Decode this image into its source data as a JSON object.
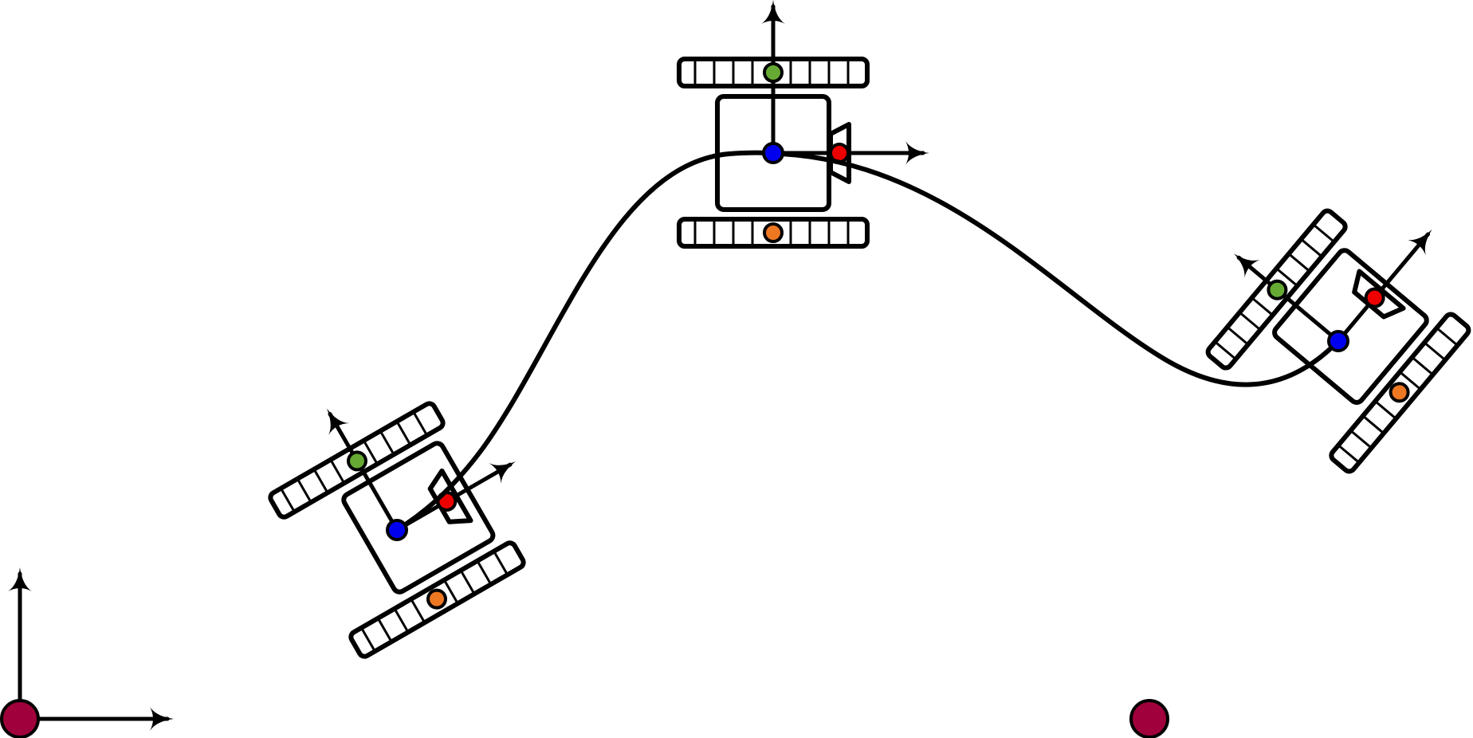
{
  "diagram": {
    "description_kind": "differential-drive-robot-trajectory",
    "colors": {
      "background": "#ffffff",
      "line": "#000000",
      "center_point": "#0000ee",
      "front_point": "#ee0000",
      "left_wheel_point": "#66aa33",
      "right_wheel_point": "#ee7722",
      "landmark": "#a0003c"
    },
    "robots": [
      {
        "id": "robot-start",
        "heading_deg": 30
      },
      {
        "id": "robot-peak",
        "heading_deg": 0
      },
      {
        "id": "robot-end",
        "heading_deg": 50
      }
    ],
    "landmarks": 2,
    "world_frame": {
      "axes": [
        "x-axis",
        "y-axis"
      ]
    }
  }
}
